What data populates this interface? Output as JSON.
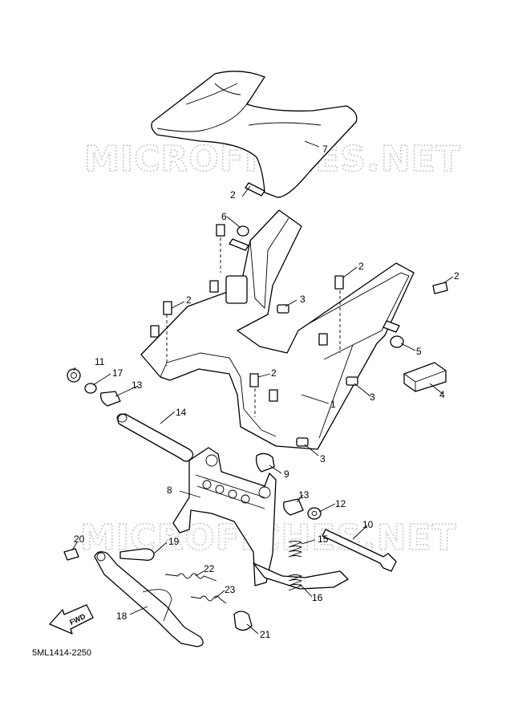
{
  "watermark": {
    "text": "MICROFICHES.NET",
    "color": "#c8c8c8"
  },
  "diagram_code": "5ML1414-2250",
  "fwd_label": "FWD",
  "callouts": {
    "c1": "1",
    "c2a": "2",
    "c2b": "2",
    "c2c": "2",
    "c2d": "2",
    "c2e": "2",
    "c3a": "3",
    "c3b": "3",
    "c3c": "3",
    "c4": "4",
    "c5": "5",
    "c6": "6",
    "c7": "7",
    "c8": "8",
    "c9": "9",
    "c10": "10",
    "c11": "11",
    "c12": "12",
    "c13a": "13",
    "c13b": "13",
    "c14": "14",
    "c15": "15",
    "c16": "16",
    "c17": "17",
    "c18": "18",
    "c19": "19",
    "c20": "20",
    "c21": "21",
    "c22": "22",
    "c23": "23"
  }
}
